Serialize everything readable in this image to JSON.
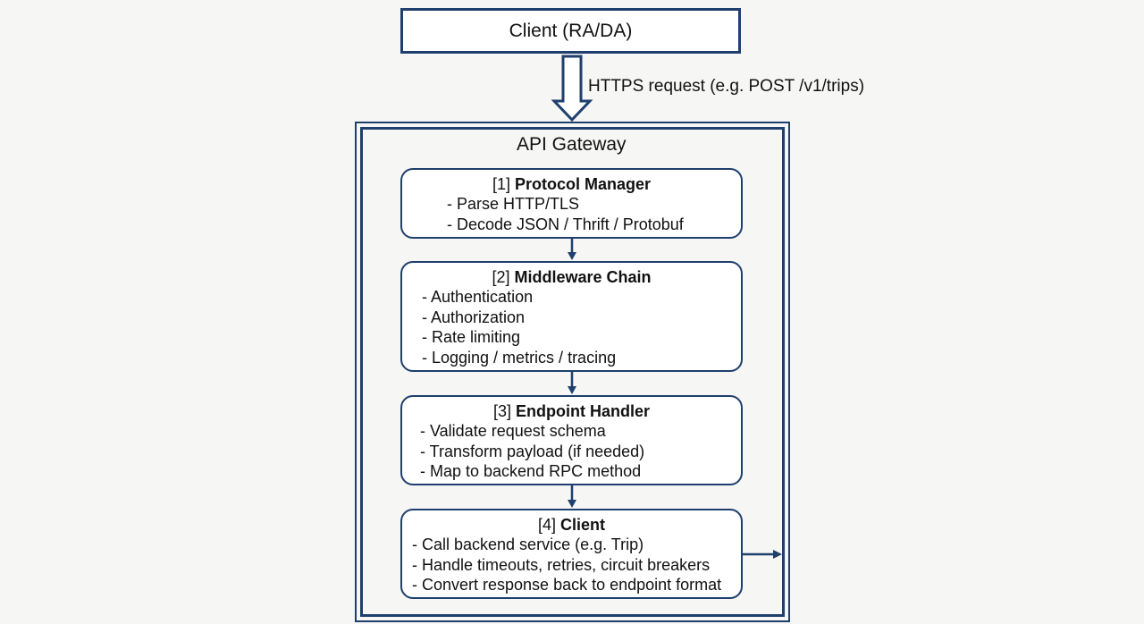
{
  "client": {
    "label": "Client (RA/DA)"
  },
  "request_label": "HTTPS request (e.g. POST /v1/trips)",
  "gateway": {
    "title": "API Gateway"
  },
  "stages": [
    {
      "number": "[1]",
      "title": "Protocol Manager",
      "items": [
        "- Parse HTTP/TLS",
        "- Decode JSON / Thrift / Protobuf"
      ]
    },
    {
      "number": "[2]",
      "title": "Middleware Chain",
      "items": [
        "- Authentication",
        "- Authorization",
        "- Rate limiting",
        "- Logging / metrics / tracing"
      ]
    },
    {
      "number": "[3]",
      "title": "Endpoint Handler",
      "items": [
        "- Validate request schema",
        "- Transform payload (if needed)",
        "- Map to backend RPC method"
      ]
    },
    {
      "number": "[4]",
      "title": "Client",
      "items": [
        "- Call backend service (e.g. Trip)",
        "- Handle timeouts, retries, circuit breakers",
        "- Convert response back to endpoint format"
      ]
    }
  ],
  "colors": {
    "stroke": "#1f3f6e",
    "background": "#f6f6f4",
    "box_fill": "#ffffff",
    "text": "#111111"
  }
}
